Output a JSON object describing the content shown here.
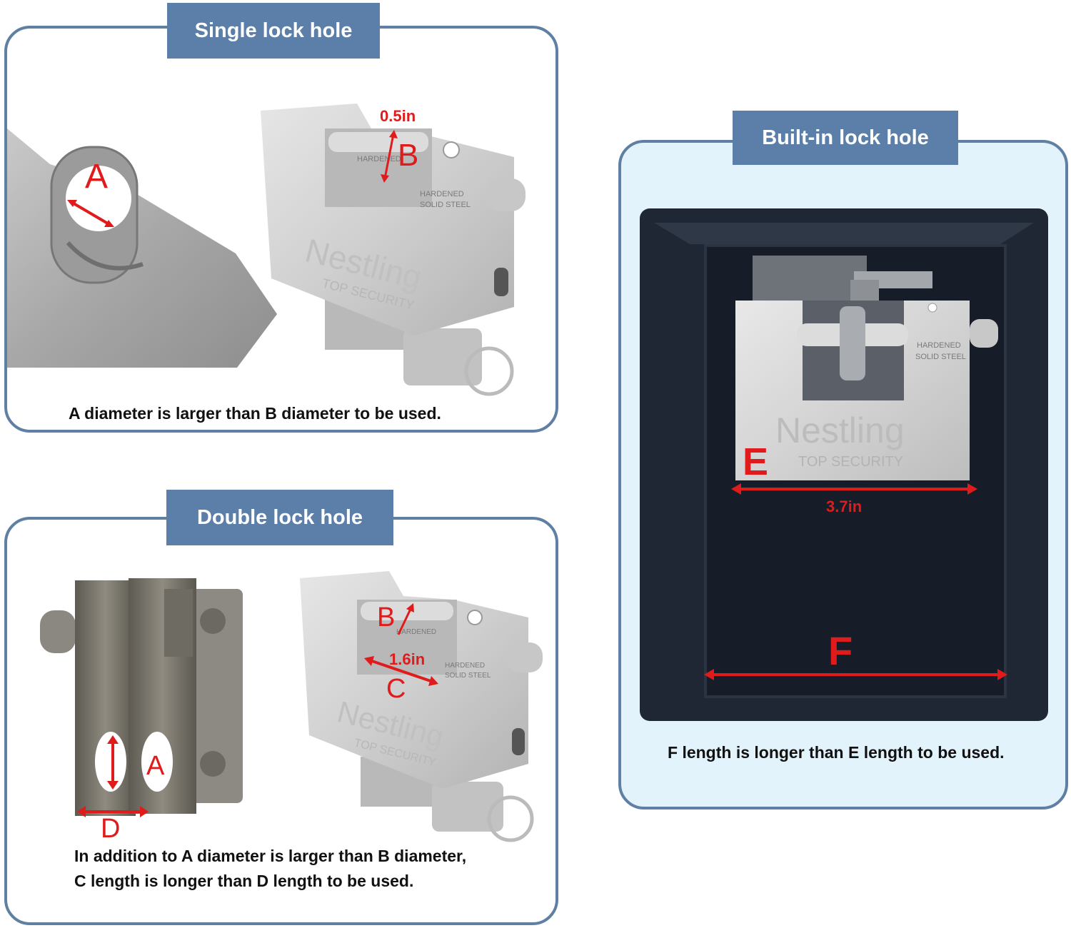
{
  "single": {
    "title": "Single lock hole",
    "caption": "A diameter is larger than B diameter to be used.",
    "measure": "0.5in"
  },
  "double": {
    "title": "Double lock hole",
    "caption_line1": "In addition to A diameter is larger than B diameter,",
    "caption_line2": "C length is longer than D length to be used.",
    "measure": "1.6in"
  },
  "builtin": {
    "title": "Built-in lock hole",
    "caption": "F length is longer than E length to be used.",
    "measure": "3.7in"
  },
  "labels": {
    "a": "A",
    "b": "B",
    "c": "C",
    "d": "D",
    "e": "E",
    "f": "F"
  },
  "lock": {
    "brand": "Nestling",
    "tagline": "TOP SECURITY",
    "stamp_line1": "HARDENED",
    "stamp_line2": "SOLID STEEL",
    "shackle_stamp": "HARDENED"
  },
  "colors": {
    "frame": "#5f7fa3",
    "tab": "#5b7fa8",
    "dimension": "#e01b1b",
    "builtin_bg": "#e3f3fb"
  }
}
